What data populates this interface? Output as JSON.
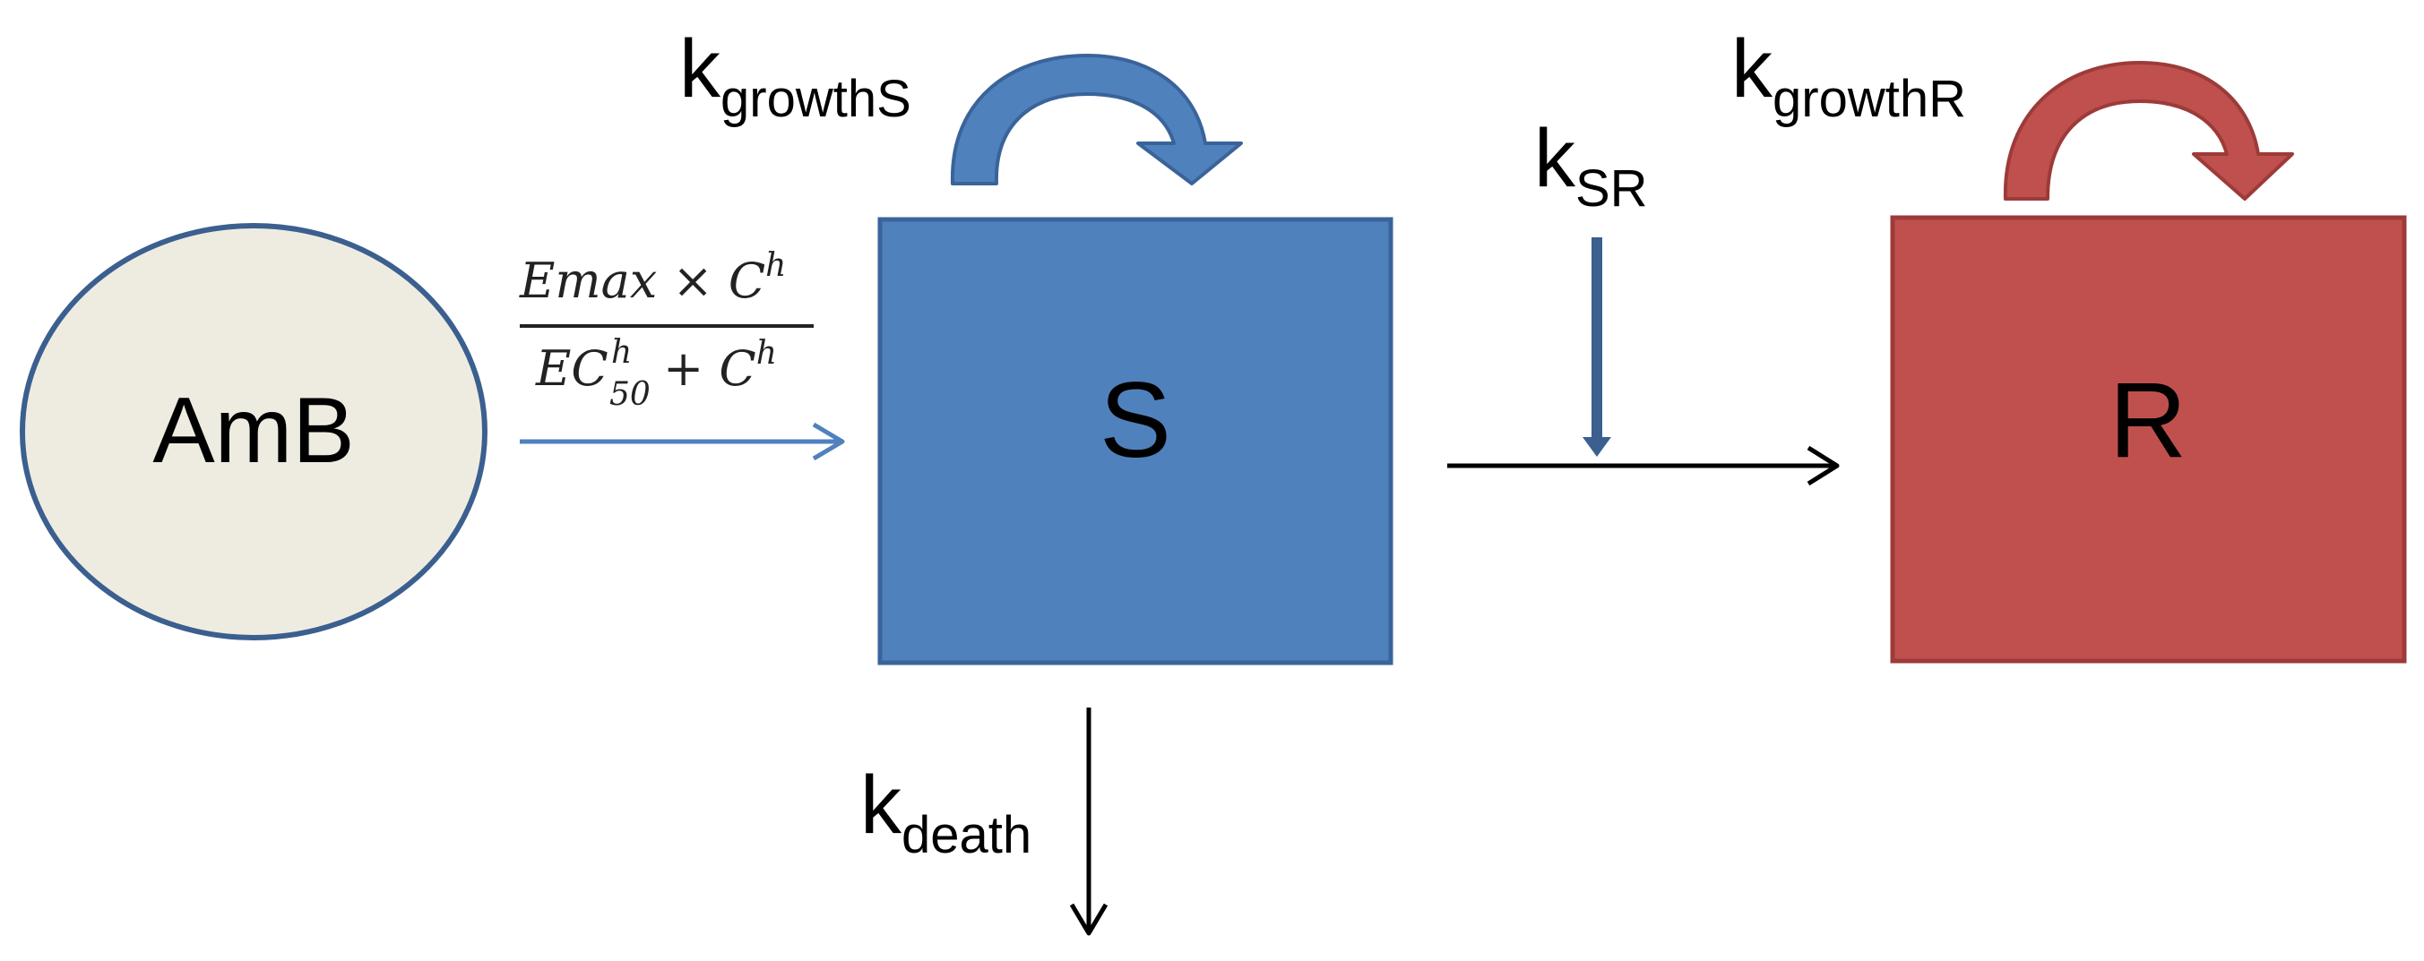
{
  "nodes": {
    "amb": {
      "label": "AmB",
      "fill": "#eeece1",
      "stroke": "#3b5f8f"
    },
    "s": {
      "label": "S",
      "fill": "#4f81bd",
      "stroke": "#3a639a"
    },
    "r": {
      "label": "R",
      "fill": "#c0504d",
      "stroke": "#9c3b39"
    }
  },
  "rates": {
    "growth_s": {
      "base": "k",
      "sub": "growthS"
    },
    "growth_r": {
      "base": "k",
      "sub": "growthR"
    },
    "sr": {
      "base": "k",
      "sub": "SR"
    },
    "death": {
      "base": "k",
      "sub": "death"
    }
  },
  "formula": {
    "numerator_main": "Emax × C",
    "numerator_exp": "h",
    "denominator_ec": "EC",
    "denominator_sup": "h",
    "denominator_sub": "50",
    "denominator_rest": "+ C",
    "denominator_rest_exp": "h"
  },
  "colors": {
    "growth_s_arrow": "#4f81bd",
    "growth_r_arrow": "#c0504d",
    "effect_arrow": "#4f81bd",
    "sr_arrow": "#3b5f8f",
    "transfer_arrow": "#000000",
    "death_arrow": "#000000"
  }
}
